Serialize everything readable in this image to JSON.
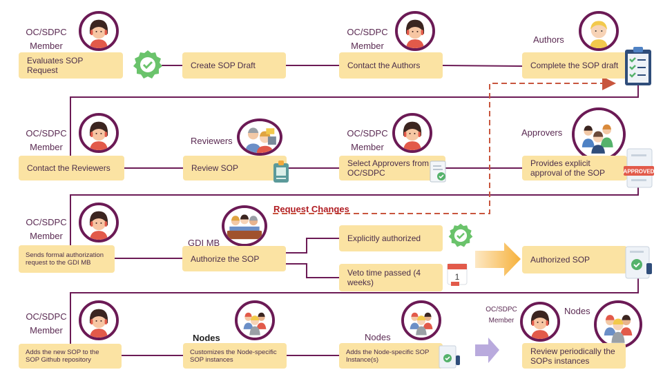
{
  "row1": {
    "role1": [
      "OC/SDPC",
      "Member"
    ],
    "box1": "Evaluates SOP Request",
    "box2": "Create SOP Draft",
    "role3": [
      "OC/SDPC",
      "Member"
    ],
    "box3": "Contact the Authors",
    "role4": "Authors",
    "box4": "Complete the SOP draft"
  },
  "row2": {
    "role1": [
      "OC/SDPC",
      "Member"
    ],
    "box1": "Contact the Reviewers",
    "role2": "Reviewers",
    "box2": "Review SOP",
    "role3": [
      "OC/SDPC",
      "Member"
    ],
    "box3": "Select Approvers from OC/SDPC",
    "role4": "Approvers",
    "box4": "Provides explicit approval of the SOP",
    "stamp": "APPROVED"
  },
  "row3": {
    "feedback": "Request Changes",
    "role1": [
      "OC/SDPC",
      "Member"
    ],
    "box1": "Sends formal authorization request to the GDI MB",
    "role2": "GDI MB",
    "box2": "Authorize the SOP",
    "box3a": "Explicitly authorized",
    "box3b": "Veto time passed (4 weeks)",
    "box4": "Authorized  SOP"
  },
  "row4": {
    "role1": [
      "OC/SDPC",
      "Member"
    ],
    "box1": "Adds the new SOP to the SOP Github repository",
    "role2": "Nodes",
    "box2": "Customizes the Node-specific SOP instances",
    "role3": "Nodes",
    "box3": "Adds the Node-specific SOP Instance(s)",
    "role4": [
      "OC/SDPC",
      "Member"
    ],
    "role4b": "Nodes",
    "box4": "Review periodically the SOPs instances"
  }
}
